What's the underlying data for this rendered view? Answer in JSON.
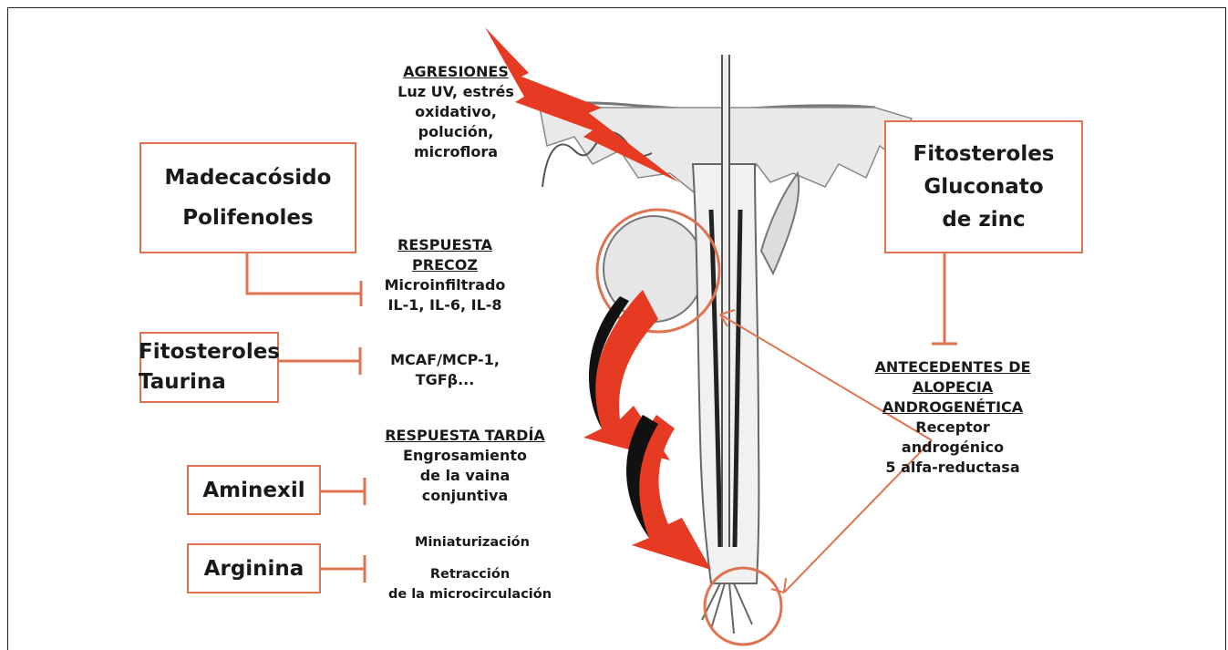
{
  "colors": {
    "accent": "#e0734f",
    "arrow": "#e63a22",
    "outline": "#222222",
    "illustration": "#777777"
  },
  "icons": [
    "lightning-bolt-icon",
    "curved-arrow-icon",
    "inhibition-bar-icon",
    "hair-follicle-illustration"
  ],
  "boxes": {
    "madecacosido": [
      "Madecacósido",
      "Polifenoles"
    ],
    "fitosteroles_taurina": [
      "Fitosteroles",
      "Taurina"
    ],
    "aminexil": "Aminexil",
    "arginina": "Arginina",
    "fitosteroles_zinc": [
      "Fitosteroles",
      "Gluconato",
      "de zinc"
    ]
  },
  "labels": {
    "agresiones": {
      "title": "AGRESIONES",
      "lines": [
        "Luz UV, estrés",
        "oxidativo,",
        "polución,",
        "microflora"
      ]
    },
    "respuesta_precoz": {
      "title": [
        "RESPUESTA",
        "PRECOZ"
      ],
      "lines": [
        "Microinfiltrado",
        "IL-1, IL-6, IL-8"
      ]
    },
    "mcaf": {
      "lines": [
        "MCAF/MCP-1,",
        "TGFβ..."
      ]
    },
    "respuesta_tardia": {
      "title": "RESPUESTA TARDÍA",
      "lines": [
        "Engrosamiento",
        "de la vaina",
        "conjuntiva"
      ]
    },
    "miniaturizacion": "Miniaturización",
    "retraccion": [
      "Retracción",
      "de la microcirculación"
    ],
    "antecedentes": {
      "title": [
        "ANTECEDENTES DE",
        "ALOPECIA",
        "ANDROGENÉTICA"
      ],
      "lines": [
        "Receptor",
        "androgénico",
        "5 alfa-reductasa"
      ]
    }
  }
}
